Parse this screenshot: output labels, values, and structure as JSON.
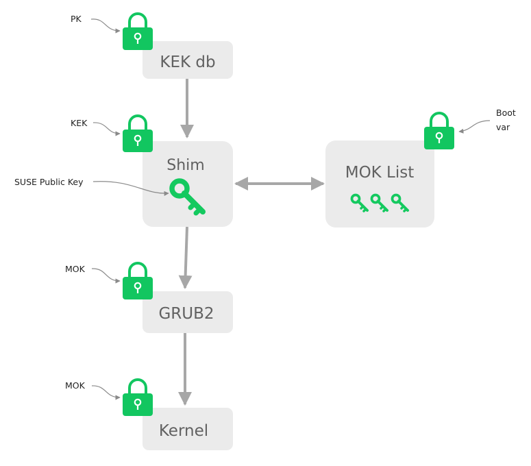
{
  "colors": {
    "box_fill": "#ebebeb",
    "box_text": "#616161",
    "connector": "#a7a7a7",
    "lock_green": "#12c660",
    "key_green": "#14c95f",
    "callout_line": "#8a8a8a"
  },
  "boxes": {
    "kek_db": "KEK db",
    "shim": "Shim",
    "mok_list": "MOK List",
    "grub2": "GRUB2",
    "kernel": "Kernel"
  },
  "callouts": {
    "pk": "PK",
    "kek": "KEK",
    "suse_public_key": "SUSE Public Key",
    "mok_grub": "MOK",
    "mok_kernel": "MOK",
    "boot_var_line1": "Boot",
    "boot_var_line2": "var"
  },
  "icons": {
    "lock": "padlock-icon",
    "key": "key-icon"
  }
}
